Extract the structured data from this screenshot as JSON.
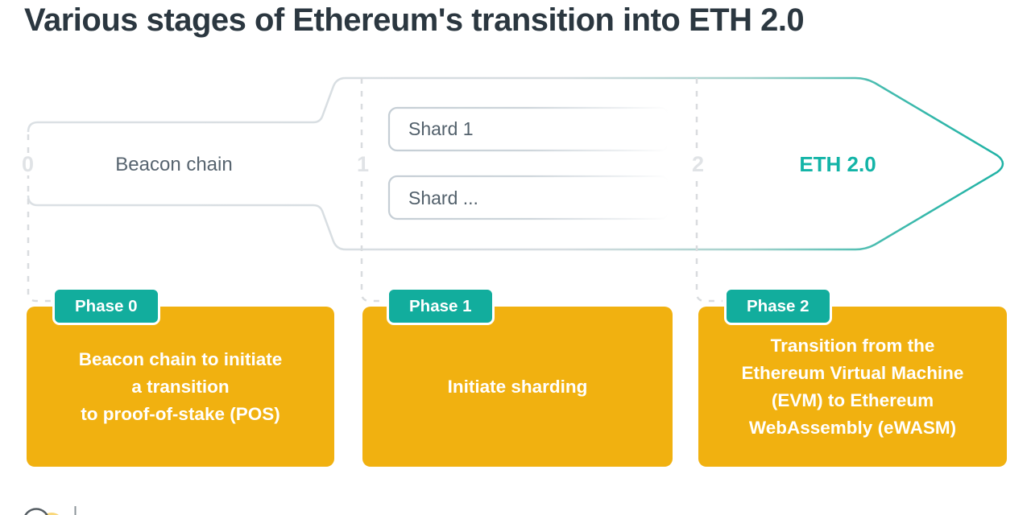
{
  "title": "Various stages of Ethereum's transition into ETH 2.0",
  "diagram": {
    "stage_labels": {
      "beacon": "Beacon chain",
      "eth2": "ETH 2.0"
    },
    "timeline_markers": [
      "0",
      "1",
      "2"
    ],
    "shards": [
      "Shard 1",
      "Shard ..."
    ]
  },
  "phases": [
    {
      "badge": "Phase 0",
      "description": "Beacon chain to initiate\na transition\nto proof-of-stake (POS)"
    },
    {
      "badge": "Phase 1",
      "description": "Initiate sharding"
    },
    {
      "badge": "Phase 2",
      "description": "Transition from the\nEthereum Virtual Machine\n(EVM) to Ethereum\nWebAssembly (eWASM)"
    }
  ],
  "colors": {
    "title_text": "#2b3740",
    "accent_teal": "#12ad9d",
    "arrow_teal": "#1fb2a5",
    "accent_yellow": "#f1b110",
    "muted_text": "#57646f",
    "line_gray": "#d8dde1",
    "marker_gray": "#e0e3e6"
  }
}
